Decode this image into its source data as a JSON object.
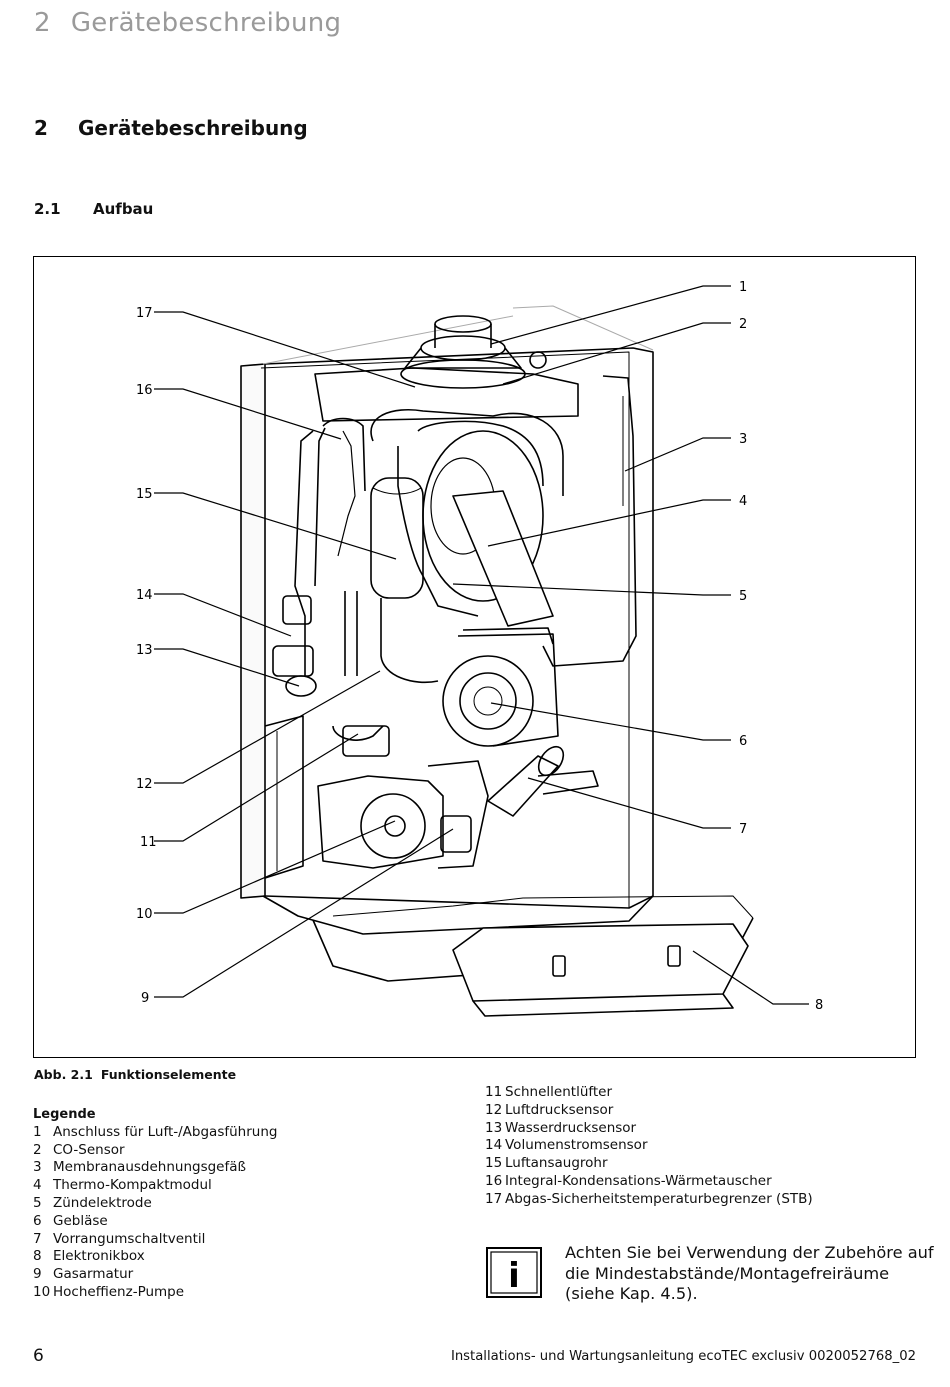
{
  "running_header": {
    "number": "2",
    "title": "Gerätebeschreibung"
  },
  "chapter": {
    "number": "2",
    "title": "Gerätebeschreibung"
  },
  "section": {
    "number": "2.1",
    "title": "Aufbau"
  },
  "figure": {
    "callouts": [
      "1",
      "2",
      "3",
      "4",
      "5",
      "6",
      "7",
      "8",
      "9",
      "10",
      "11",
      "12",
      "13",
      "14",
      "15",
      "16",
      "17"
    ]
  },
  "caption": {
    "label": "Abb. 2.1",
    "title": "Funktionselemente"
  },
  "legend": {
    "title": "Legende",
    "items": [
      {
        "n": "1",
        "text": "Anschluss für Luft-/Abgasführung"
      },
      {
        "n": "2",
        "text": "CO-Sensor"
      },
      {
        "n": "3",
        "text": "Membranausdehnungsgefäß"
      },
      {
        "n": "4",
        "text": "Thermo-Kompaktmodul"
      },
      {
        "n": "5",
        "text": "Zündelektrode"
      },
      {
        "n": "6",
        "text": "Gebläse"
      },
      {
        "n": "7",
        "text": "Vorrangumschaltventil"
      },
      {
        "n": "8",
        "text": "Elektronikbox"
      },
      {
        "n": "9",
        "text": "Gasarmatur"
      },
      {
        "n": "10",
        "text": "Hocheffienz-Pumpe"
      },
      {
        "n": "11",
        "text": "Schnellentlüfter"
      },
      {
        "n": "12",
        "text": "Luftdrucksensor"
      },
      {
        "n": "13",
        "text": "Wasserdrucksensor"
      },
      {
        "n": "14",
        "text": "Volumenstromsensor"
      },
      {
        "n": "15",
        "text": "Luftansaugrohr"
      },
      {
        "n": "16",
        "text": "Integral-Kondensations-Wärmetauscher"
      },
      {
        "n": "17",
        "text": "Abgas-Sicherheitstemperaturbegrenzer (STB)"
      }
    ]
  },
  "note": {
    "icon": "info-icon",
    "icon_glyph": "i",
    "text": "Achten Sie bei Verwendung der Zubehöre auf die Mindestabstände/Montagefreiräume (siehe Kap. 4.5)."
  },
  "footer": {
    "page_number": "6",
    "text": "Installations- und Wartungsanleitung ecoTEC exclusiv 0020052768_02"
  }
}
